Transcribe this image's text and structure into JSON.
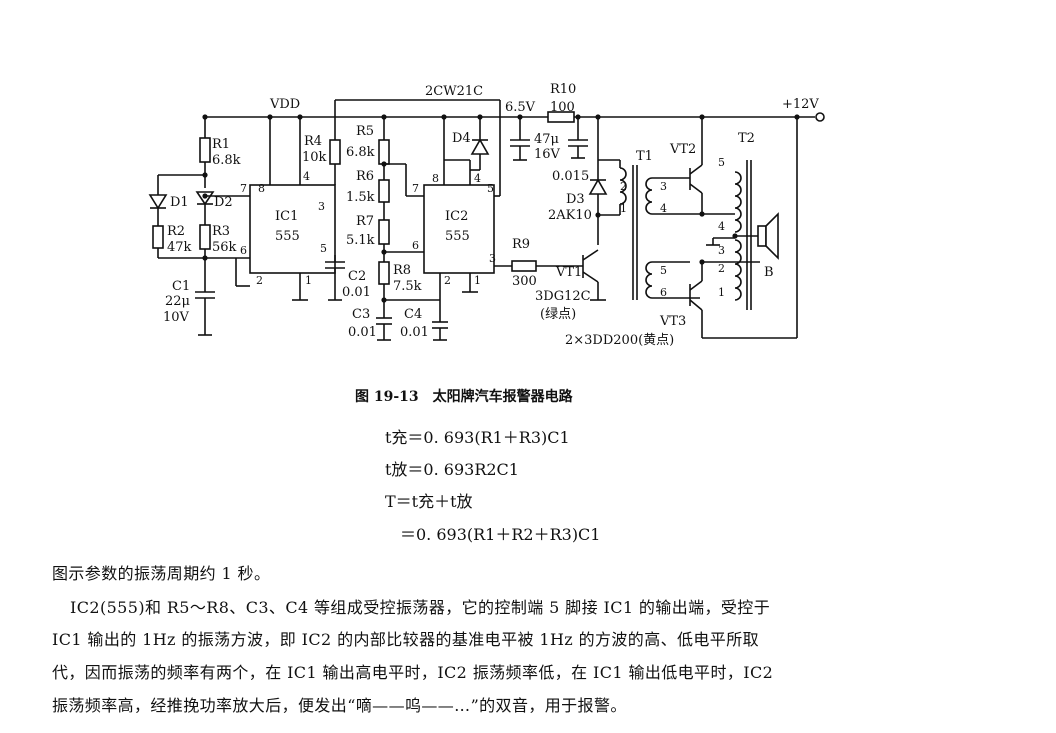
{
  "schematic": {
    "vdd": "VDD",
    "vplus": "+12V",
    "zener": "2CW21C",
    "v65": "6.5V",
    "r10_name": "R10",
    "r10_val": "100",
    "c47": [
      "47μ",
      "16V"
    ],
    "c015": "0.015",
    "d3": [
      "D3",
      "2AK10"
    ],
    "r1": [
      "R1",
      "6.8k"
    ],
    "d1": "D1",
    "d2": "D2",
    "r2": [
      "R2",
      "47k"
    ],
    "r3": [
      "R3",
      "56k"
    ],
    "c1": [
      "C1",
      "22μ",
      "10V"
    ],
    "r4": [
      "R4",
      "10k"
    ],
    "ic1": [
      "IC1",
      "555"
    ],
    "ic2": [
      "IC2",
      "555"
    ],
    "c2": [
      "C2",
      "0.01"
    ],
    "r5": [
      "R5",
      "6.8k"
    ],
    "r6": [
      "R6",
      "1.5k"
    ],
    "r7": [
      "R7",
      "5.1k"
    ],
    "r8": [
      "R8",
      "7.5k"
    ],
    "c3": [
      "C3",
      "0.01"
    ],
    "c4": [
      "C4",
      "0.01"
    ],
    "d4": "D4",
    "r9": [
      "R9",
      "300"
    ],
    "vt1": [
      "VT1",
      "3DG12C",
      "(绿点)"
    ],
    "t1": "T1",
    "t2": "T2",
    "vt2": "VT2",
    "vt3": "VT3",
    "vt23": "2×3DD200(黄点)",
    "speaker": "B",
    "pins": {
      "ic1": [
        "8",
        "4",
        "7",
        "3",
        "6",
        "5",
        "2",
        "1"
      ],
      "ic2": [
        "7",
        "8",
        "4",
        "5",
        "6",
        "3",
        "2",
        "1"
      ],
      "t1": [
        "2",
        "1",
        "3",
        "4",
        "5",
        "6"
      ],
      "t2": [
        "5",
        "4",
        "3",
        "2",
        "1"
      ]
    }
  },
  "caption": "图 19-13　太阳牌汽车报警器电路",
  "formulas": {
    "f1": "t充＝0. 693(R1＋R3)C1",
    "f2": "t放＝0. 693R2C1",
    "f3": "T＝t充＋t放",
    "f4": "＝0. 693(R1＋R2＋R3)C1"
  },
  "paragraphs": [
    "图示参数的振荡周期约 1 秒。",
    "IC2(555)和 R5～R8、C3、C4 等组成受控振荡器，它的控制端 5 脚接 IC1 的输出端，受控于",
    "IC1 输出的 1Hz 的振荡方波，即 IC2 的内部比较器的基准电平被 1Hz 的方波的高、低电平所取",
    "代，因而振荡的频率有两个，在 IC1 输出高电平时，IC2 振荡频率低，在 IC1 输出低电平时，IC2",
    "振荡频率高，经推挽功率放大后，便发出“嘀——呜——…”的双音，用于报警。"
  ]
}
